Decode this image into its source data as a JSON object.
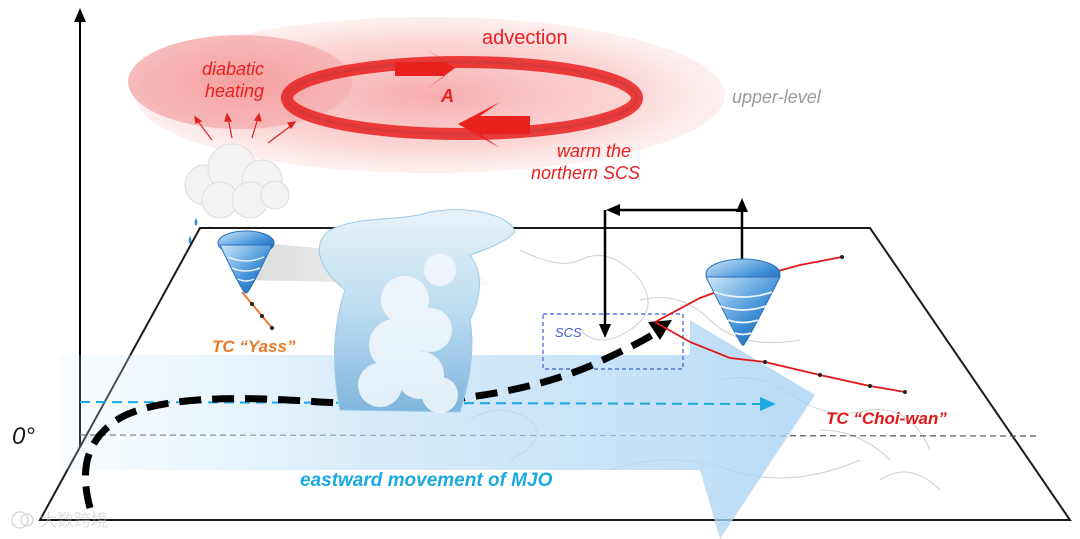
{
  "labels": {
    "advection": "advection",
    "diabatic_heating_line1": "diabatic",
    "diabatic_heating_line2": "heating",
    "anticyclone": "A",
    "warm_line1": "warm the",
    "warm_line2": "northern SCS",
    "upper_level": "upper-level",
    "equator": "0°",
    "scs_box": "SCS",
    "tc_yass": "TC “Yass”",
    "tc_choiwan": "TC “Choi-wan”",
    "mjo_movement": "eastward movement of MJO",
    "watermark": "大数跨境"
  },
  "colors": {
    "advection_red": "#e8201e",
    "yass_orange": "#e87a2a",
    "choiwan_red": "#e01818",
    "mjo_blue": "#1aa9e0",
    "scs_box_blue": "#3d5bd8",
    "upper_level_gray": "#9a9a9a",
    "heating_pink": "#f4a3a3"
  },
  "icons": {
    "cloud": "rain-cloud-icon",
    "typhoon": "typhoon-icon",
    "convection": "convective-cloud-icon"
  }
}
